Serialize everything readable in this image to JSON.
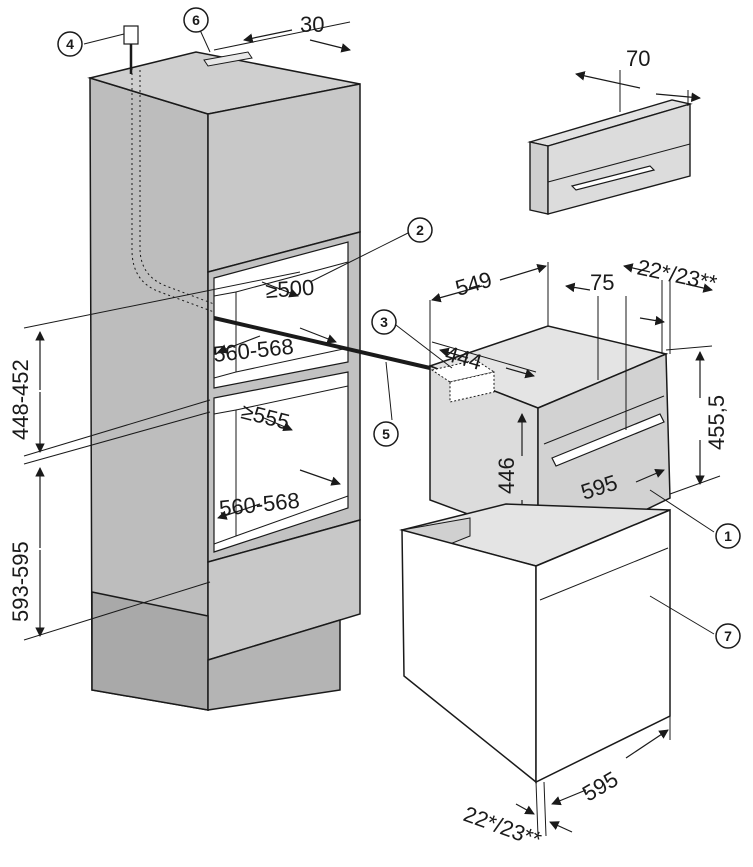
{
  "colors": {
    "panel_light": "#cfcfcf",
    "panel_mid": "#bdbdbd",
    "panel_dark": "#a9a9a9",
    "outline": "#1a1a1a",
    "background": "#ffffff"
  },
  "dimensions": {
    "d30": "30",
    "d70": "70",
    "d500": "≥500",
    "d560_568_upper": "560-568",
    "d555": "≥555",
    "d560_568_lower": "560-568",
    "d448_452": "448-452",
    "d593_595": "593-595",
    "d549": "549",
    "d75": "75",
    "d22_23_top": "22*/23**",
    "d444": "444",
    "d455_5": "455,5",
    "d446": "446",
    "d595_drawer": "595",
    "d595_oven": "595",
    "d22_23_bottom": "22*/23**"
  },
  "callouts": [
    "1",
    "2",
    "3",
    "4",
    "5",
    "6",
    "7"
  ]
}
